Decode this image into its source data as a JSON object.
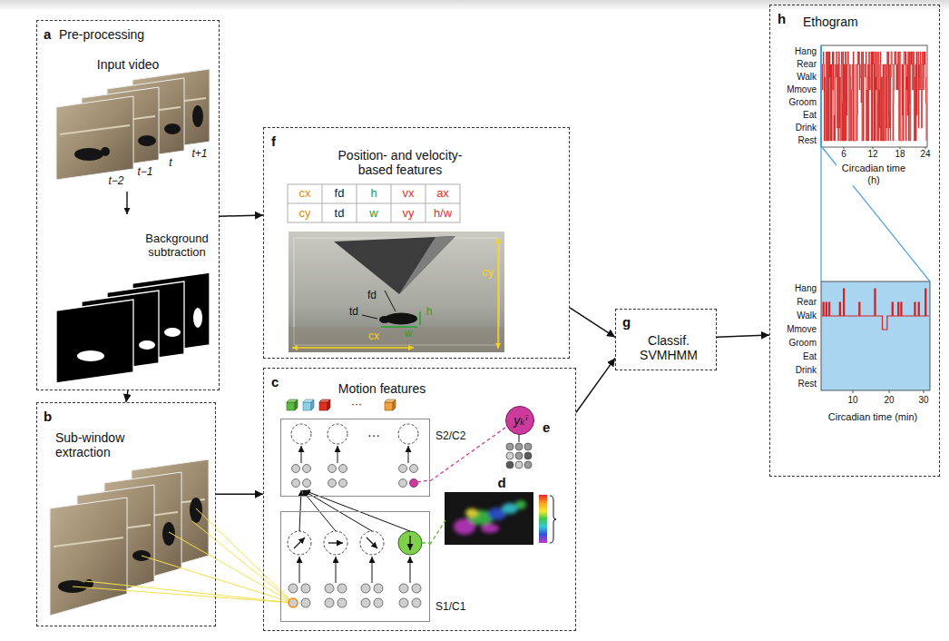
{
  "diagram": {
    "nodes": [
      {
        "text": [
          "a",
          "Pre-processing",
          "Input video",
          "Background subtraction"
        ]
      },
      {
        "text": [
          "b",
          "Sub-window extraction"
        ]
      },
      {
        "text": [
          "c",
          "Motion features"
        ]
      },
      {
        "text": [
          "S2/C2"
        ],
        "in": 2
      },
      {
        "text": [
          "S1/C1"
        ],
        "in": 2
      },
      {
        "text": [
          "e",
          "yₖⁱ"
        ],
        "in": 2
      },
      {
        "text": [
          "d"
        ],
        "in": 2
      },
      {
        "text": [
          "f",
          "Position- and velocity-based features"
        ]
      },
      {
        "text": [
          "g",
          "Classif. SVMHMM"
        ]
      },
      {
        "text": [
          "h",
          "Ethogram"
        ]
      }
    ],
    "edges": [
      {
        "from": 0,
        "to": 7,
        "arrow": "to"
      },
      {
        "from": 0,
        "to": 1,
        "arrow": "to"
      },
      {
        "from": 1,
        "to": 2,
        "arrow": "to"
      },
      {
        "from": 7,
        "to": 8,
        "arrow": "to"
      },
      {
        "from": 2,
        "to": 8,
        "arrow": "to"
      },
      {
        "from": 8,
        "to": 9,
        "arrow": "to"
      },
      {
        "from": 3,
        "to": 5,
        "arrow": "none"
      },
      {
        "from": 4,
        "to": 6,
        "arrow": "none"
      }
    ],
    "labels": [
      "t−2",
      "t−1",
      "t",
      "t+1",
      "cx",
      "fd",
      "h",
      "vx",
      "ax",
      "cy",
      "td",
      "w",
      "vy",
      "h/w",
      "cy",
      "fd",
      "td",
      "h",
      "w",
      "cx",
      "···",
      "···",
      "Hang",
      "Rear",
      "Walk",
      "Mmove",
      "Groom",
      "Eat",
      "Drink",
      "Rest",
      "6",
      "12",
      "18",
      "24",
      "Circadian time (h)",
      "Hang",
      "Rear",
      "Walk",
      "Mmove",
      "Groom",
      "Eat",
      "Drink",
      "Rest",
      "10",
      "20",
      "30",
      "Circadian time (min)"
    ]
  }
}
